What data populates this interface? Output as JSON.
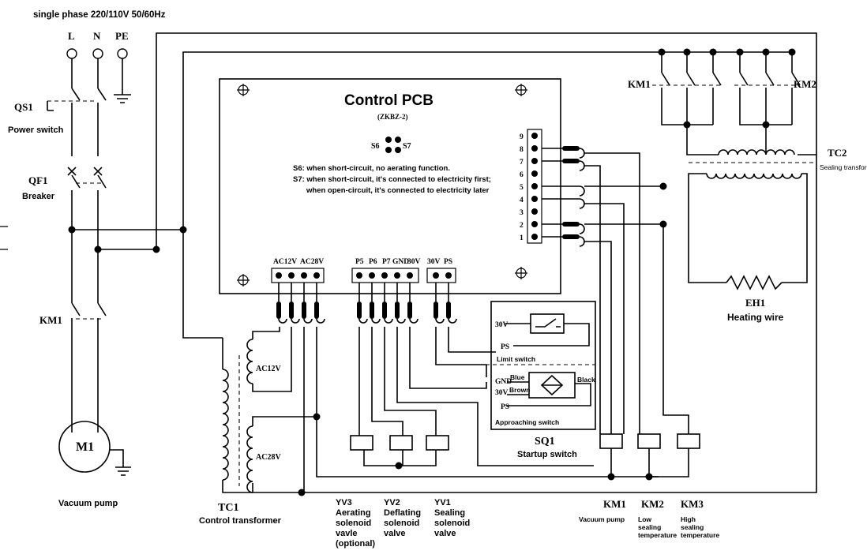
{
  "supply": {
    "header": "single phase 220/110V 50/60Hz",
    "terminals": [
      "L",
      "N",
      "PE"
    ]
  },
  "power_switch": {
    "id": "QS1",
    "label": "Power switch"
  },
  "breaker": {
    "id": "QF1",
    "label": "Breaker"
  },
  "contactor_motor": {
    "id": "KM1"
  },
  "motor": {
    "id": "M1",
    "label": "Vacuum pump"
  },
  "control_transformer": {
    "id": "TC1",
    "label": "Control transformer",
    "windings": [
      "AC12V",
      "AC28V"
    ]
  },
  "pcb": {
    "title": "Control PCB",
    "model": "(ZKBZ-2)",
    "jumpers": [
      "S6",
      "S7"
    ],
    "notes": [
      "S6: when short-circuit, no aerating function.",
      "S7: when short-circuit, it's connected to electricity first;",
      "when open-circuit, it's connected to electricity later"
    ],
    "terminal_group_1": [
      "AC12V",
      "AC28V"
    ],
    "terminal_group_2": [
      "P5",
      "P6",
      "P7",
      "GND",
      "30V"
    ],
    "terminal_group_3": [
      "30V",
      "PS"
    ],
    "right_terminals": [
      "9",
      "8",
      "7",
      "6",
      "5",
      "4",
      "3",
      "2",
      "1"
    ]
  },
  "contactors_heat": {
    "left": "KM1",
    "right": "KM2"
  },
  "sealing_transformer": {
    "id": "TC2",
    "label": "Sealing transformer"
  },
  "heater": {
    "id": "EH1",
    "label": "Heating wire"
  },
  "startup_switch": {
    "id": "SQ1",
    "label": "Startup switch",
    "limit_switch": {
      "label": "Limit switch",
      "pins": [
        "30V",
        "PS"
      ]
    },
    "approaching_switch": {
      "label": "Approaching switch",
      "pins": [
        "GND",
        "30V",
        "PS"
      ],
      "wires": [
        "Blue",
        "Brown",
        "Black"
      ]
    }
  },
  "valves": [
    {
      "id": "YV3",
      "lines": [
        "Aerating",
        "solenoid",
        "vavle",
        "(optional)"
      ]
    },
    {
      "id": "YV2",
      "lines": [
        "Deflating",
        "solenoid",
        "valve"
      ]
    },
    {
      "id": "YV1",
      "lines": [
        "Sealing",
        "solenoid",
        "valve"
      ]
    }
  ],
  "relays": [
    {
      "id": "KM1",
      "lines": [
        "Vacuum pump"
      ]
    },
    {
      "id": "KM2",
      "lines": [
        "Low",
        "sealing",
        "temperature"
      ]
    },
    {
      "id": "KM3",
      "lines": [
        "High",
        "sealing",
        "temperature"
      ]
    }
  ]
}
